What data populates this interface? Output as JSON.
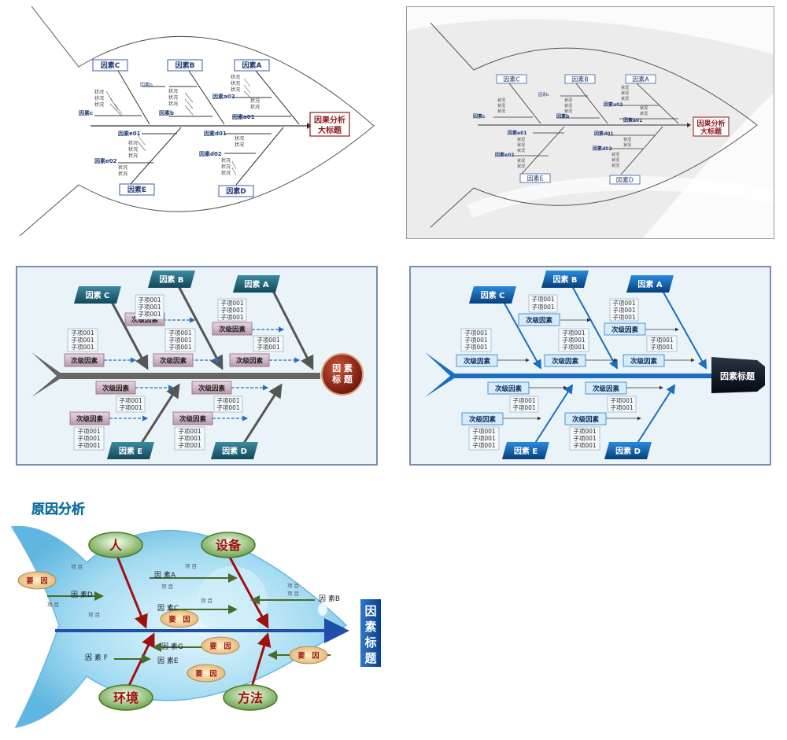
{
  "diagram1": {
    "title": "因果分析\n大标题",
    "title_line1": "因果分析",
    "title_line2": "大标题",
    "factors": {
      "A": "因素A",
      "B": "因素B",
      "C": "因素C",
      "D": "因素D",
      "E": "因素E"
    },
    "sub_labels": {
      "a01": "因素a01",
      "a02": "因素a02",
      "b": "因素b",
      "b_small": "因素b",
      "c": "因素c",
      "d01": "因素d01",
      "d02": "因素d02",
      "e01": "因素e01",
      "e02": "因素e02"
    },
    "state": "状况"
  },
  "diagram2": {
    "title_line1": "因果分析",
    "title_line2": "大标题",
    "factors": {
      "A": "因素A",
      "B": "因素B",
      "C": "因素C",
      "D": "因素D",
      "E": "因素E"
    },
    "sub_labels": {
      "a01": "因素a01",
      "a02": "因素a02",
      "b": "因素b",
      "b_small": "因素b",
      "c": "因素c",
      "d01": "因素d01",
      "d02": "因素d02",
      "e01": "因素e01",
      "e02": "因素e02"
    },
    "state": "状况"
  },
  "diagram3": {
    "title_line1": "因 素",
    "title_line2": "标 题",
    "factors": {
      "A": "因素 A",
      "B": "因素 B",
      "C": "因素 C",
      "D": "因素 D",
      "E": "因素 E"
    },
    "secondary": "次级因素",
    "subitem": "子项001"
  },
  "diagram4": {
    "title": "因素标题",
    "factors": {
      "A": "因素 A",
      "B": "因素 B",
      "C": "因素 C",
      "D": "因素 D",
      "E": "因素 E"
    },
    "secondary": "次级因素",
    "subitem": "子项001"
  },
  "diagram5": {
    "heading": "原因分析",
    "title_chars": [
      "因",
      "素",
      "标",
      "题"
    ],
    "categories": {
      "person": "人",
      "equipment": "设备",
      "environment": "环境",
      "method": "方法"
    },
    "key_cause": "要　因",
    "factors": {
      "A": "因 素A",
      "B": "因 素B",
      "C": "因 素C",
      "D": "因 素D",
      "E": "因 素E",
      "F": "因 素 F",
      "G": "因 素G"
    },
    "item": "项 目"
  },
  "colors": {
    "navy_text": "#1f3b73",
    "dark_red": "#8b1a1a",
    "teal_box": "#1f5f73",
    "blue_box": "#0a5aa8",
    "light_bg": "#e8f2f8",
    "fish_blue": "#9fd6ee"
  }
}
